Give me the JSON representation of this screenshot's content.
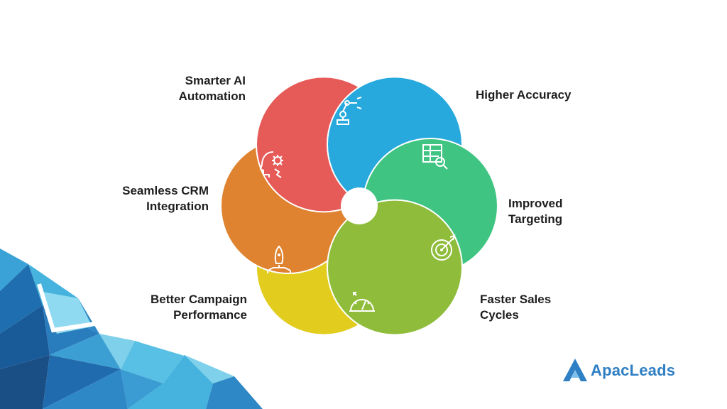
{
  "segments": [
    {
      "label": "Smarter AI\nAutomation",
      "color": "#e65a57",
      "icon": "robotic-arm-icon"
    },
    {
      "label": "Higher Accuracy",
      "color": "#27a9de",
      "icon": "table-search-icon"
    },
    {
      "label": "Improved\nTargeting",
      "color": "#3fc482",
      "icon": "target-arrow-icon"
    },
    {
      "label": "Faster Sales\nCycles",
      "color": "#8fbd3b",
      "icon": "speedometer-icon"
    },
    {
      "label": "Better Campaign\nPerformance",
      "color": "#e2cd1f",
      "icon": "rocket-launch-icon"
    },
    {
      "label": "Seamless CRM\nIntegration",
      "color": "#e08330",
      "icon": "head-gear-icon"
    }
  ],
  "brand": {
    "name": "ApacLeads",
    "color": "#2f7fc4",
    "logo": "apacleads-logo-icon"
  },
  "decor_colors": [
    "#1b5f9e",
    "#2f88c6",
    "#45b3dd",
    "#7fd0ea",
    "#1a4f86"
  ]
}
